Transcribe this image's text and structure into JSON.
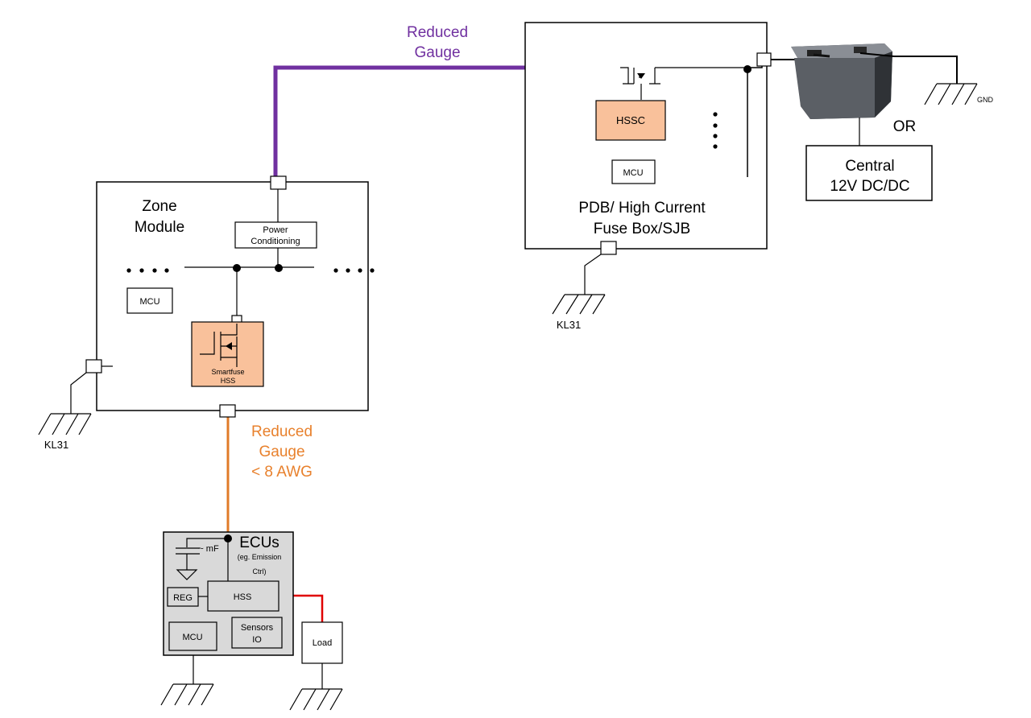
{
  "labels": {
    "reduced_gauge_top": [
      "Reduced",
      "Gauge"
    ],
    "reduced_gauge_bottom": [
      "Reduced",
      "Gauge",
      "< 8 AWG"
    ],
    "or": "OR",
    "gnd": "GND"
  },
  "zone_module": {
    "title": [
      "Zone",
      "Module"
    ],
    "power_conditioning": [
      "Power",
      "Conditioning"
    ],
    "mcu": "MCU",
    "smartfuse": [
      "Smartfuse",
      "HSS"
    ],
    "ground": "KL31"
  },
  "pdb": {
    "title": [
      "PDB/ High Current",
      "Fuse Box/SJB"
    ],
    "hssc": "HSSC",
    "mcu": "MCU",
    "ground": "KL31"
  },
  "central_dcdc": [
    "Central",
    "12V DC/DC"
  ],
  "ecu": {
    "title": "ECUs",
    "subtitle": [
      "(eg. Emission",
      "Ctrl)"
    ],
    "cap": "~ mF",
    "reg": "REG",
    "hss": "HSS",
    "mcu": "MCU",
    "sensors": [
      "Sensors",
      "IO"
    ],
    "load": "Load"
  },
  "colors": {
    "purple_wire": "#7030a0",
    "orange_wire": "#e07b28",
    "orange_text": "#e8812d",
    "red_wire": "#e00000",
    "hss_fill": "#f9c19b",
    "ecu_fill": "#d9d9d9",
    "battery_body": "#4a4d52"
  }
}
